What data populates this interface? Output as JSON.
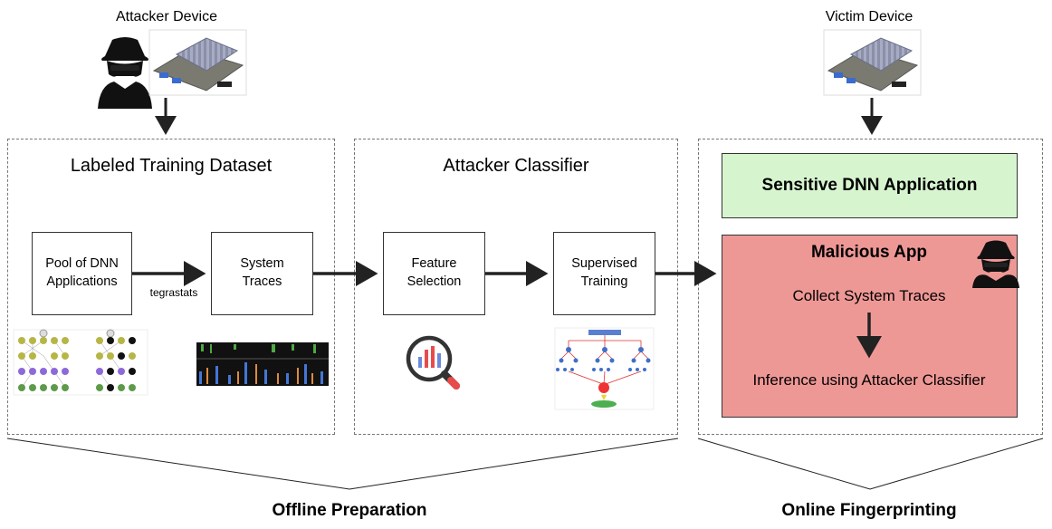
{
  "devices": {
    "attacker_label": "Attacker Device",
    "victim_label": "Victim Device"
  },
  "panels": {
    "training_title": "Labeled Training Dataset",
    "classifier_title": "Attacker Classifier"
  },
  "boxes": {
    "pool": "Pool of DNN\nApplications",
    "traces": "System\nTraces",
    "feature": "Feature\nSelection",
    "supervised": "Supervised\nTraining"
  },
  "edge_labels": {
    "tegrastats": "tegrastats"
  },
  "online": {
    "sensitive_app": "Sensitive DNN Application",
    "malicious_title": "Malicious App",
    "collect": "Collect System Traces",
    "inference": "Inference using Attacker Classifier"
  },
  "phases": {
    "offline": "Offline Preparation",
    "online": "Online Fingerprinting"
  },
  "colors": {
    "sensitive_fill": "#d6f5cf",
    "sensitive_border": "#333333",
    "malicious_fill": "#ee9896",
    "panel_dash": "#777777"
  },
  "icons": [
    "spy-icon",
    "board-icon",
    "neural-net-icon",
    "trace-bars-icon",
    "magnifier-chart-icon",
    "decision-tree-icon"
  ]
}
